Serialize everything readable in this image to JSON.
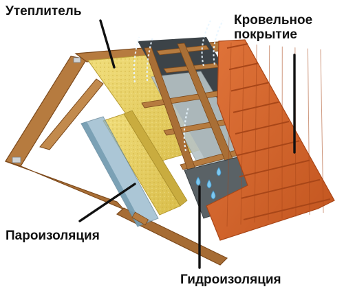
{
  "labels": {
    "insulation": "Утеплитель",
    "roofing_line1": "Кровельное",
    "roofing_line2": "покрытие",
    "vapor_barrier": "Пароизоляция",
    "waterproofing": "Гидроизоляция"
  },
  "colors": {
    "timber": "#b67b3f",
    "timber_dark": "#8a5523",
    "insulation": "#e6cf5e",
    "membrane": "#b8c4c7",
    "vapor_film": "#8fb3c9",
    "tile": "#d3642a",
    "tile_dark": "#a84618",
    "cavity": "#3c4348"
  }
}
